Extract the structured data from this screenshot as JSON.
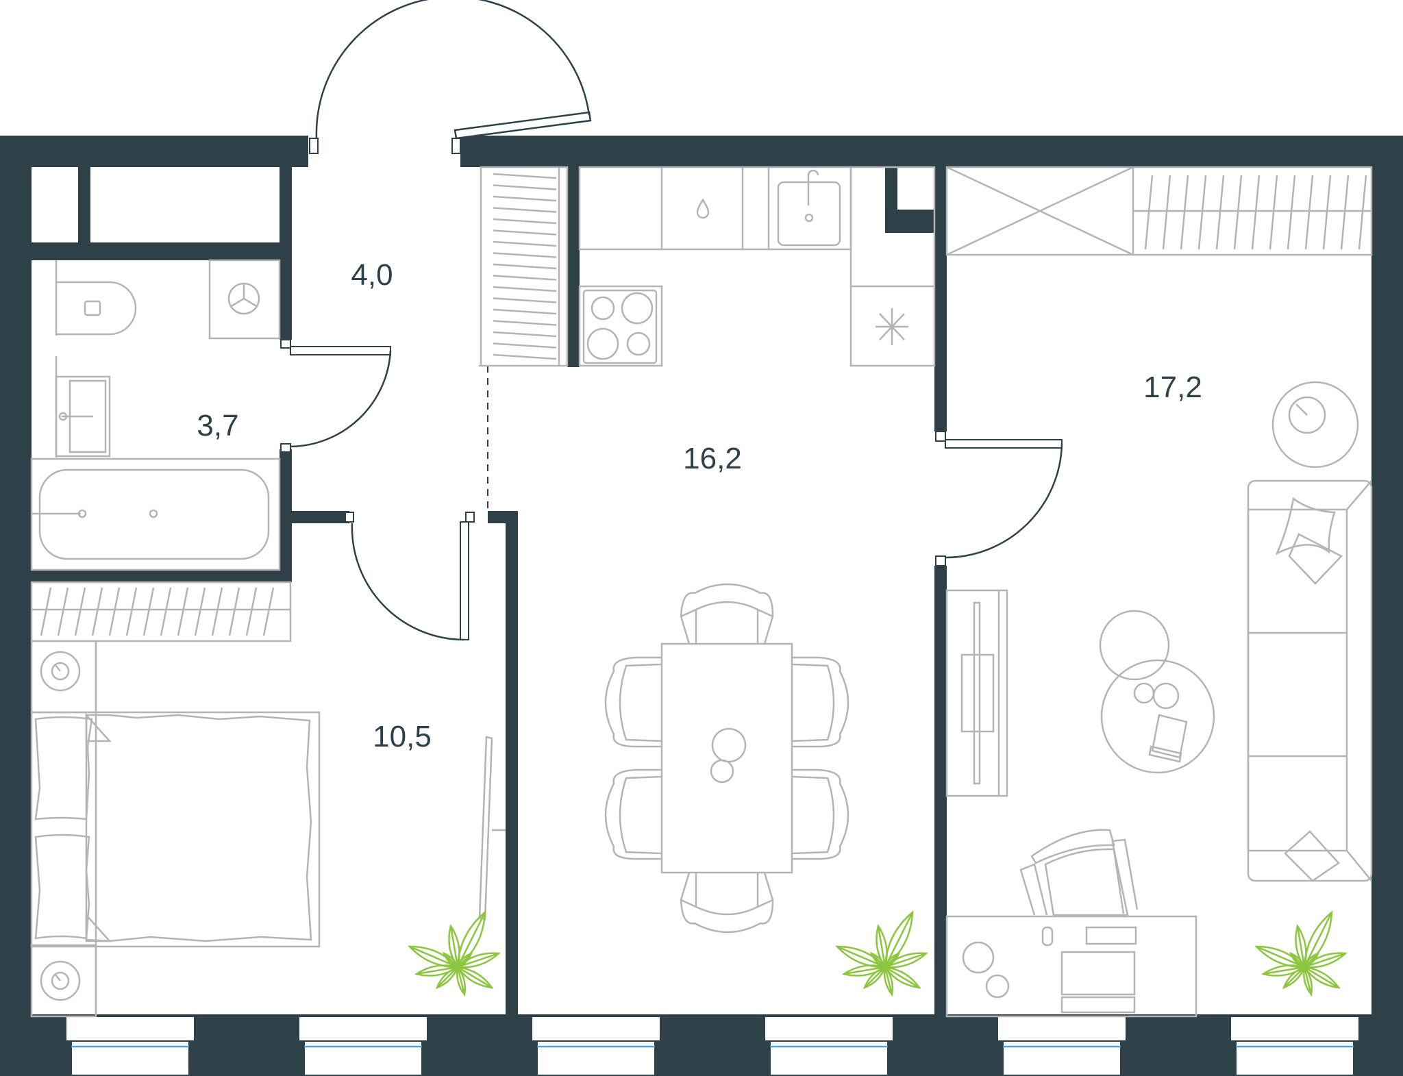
{
  "rooms": [
    {
      "id": "hall",
      "area": "4,0"
    },
    {
      "id": "bathroom",
      "area": "3,7"
    },
    {
      "id": "bedroom",
      "area": "10,5"
    },
    {
      "id": "kitchen-dining",
      "area": "16,2"
    },
    {
      "id": "living-room",
      "area": "17,2"
    }
  ],
  "colors": {
    "wall": "#2e4148",
    "furniture": "#b4b4b4",
    "plant": "#8cc63f",
    "window_glass": "#4aa3df",
    "label": "#2e4148"
  }
}
